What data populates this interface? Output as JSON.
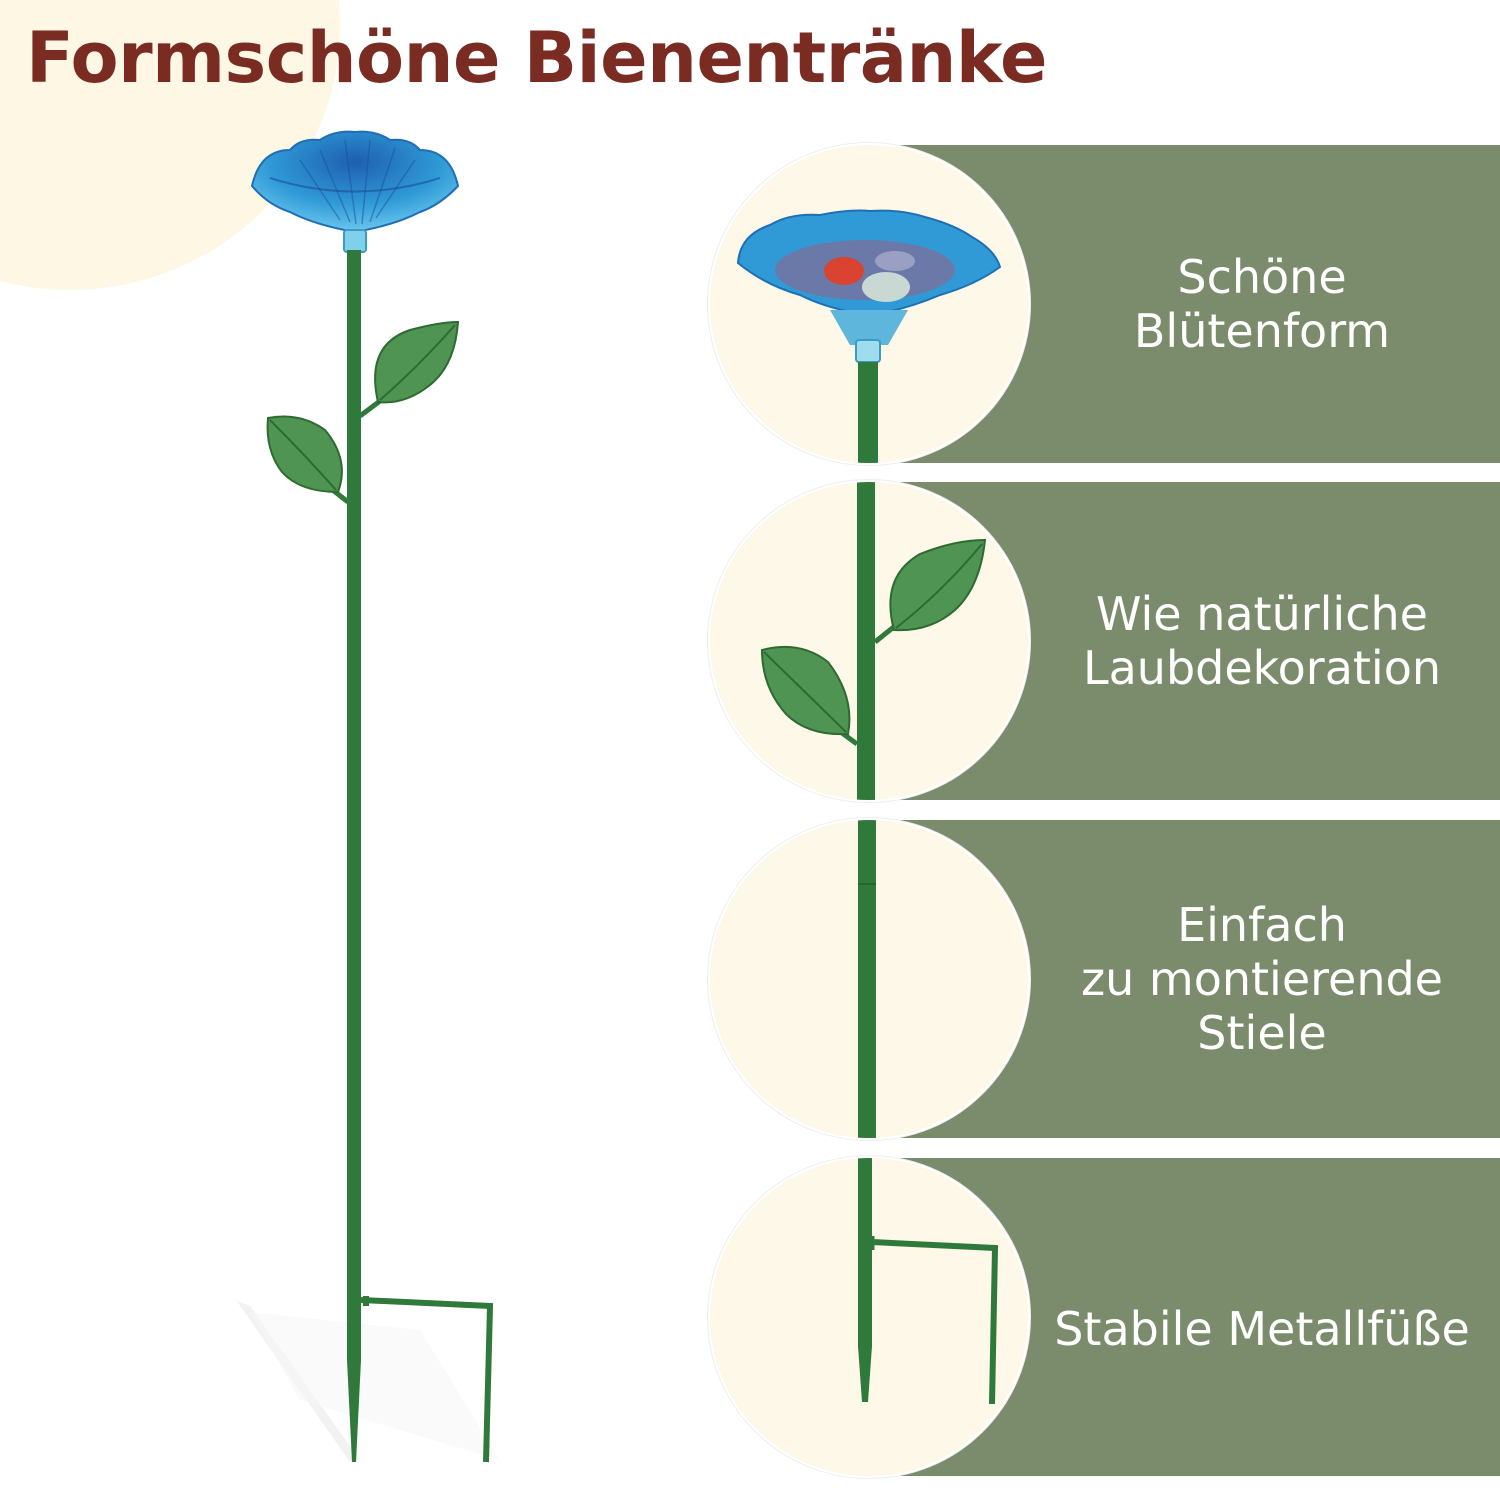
{
  "headline": "Formschöne Bienentränke",
  "colors": {
    "headline": "#7a2b22",
    "band": "#7a8c6c",
    "stem": "#2f7a3a",
    "leaf": "#4f9452",
    "flower": "#2f9ad6",
    "circle_bg": "#fdf8e8"
  },
  "features": [
    {
      "lines": [
        "Schöne",
        "Blütenform"
      ],
      "icon": "flower-dish-icon"
    },
    {
      "lines": [
        "Wie natürliche",
        "Laubdekoration"
      ],
      "icon": "leaves-icon"
    },
    {
      "lines": [
        "Einfach",
        "zu montierende",
        "Stiele"
      ],
      "icon": "stem-icon"
    },
    {
      "lines": [
        "Stabile Metallfüße"
      ],
      "icon": "metal-feet-icon"
    }
  ]
}
